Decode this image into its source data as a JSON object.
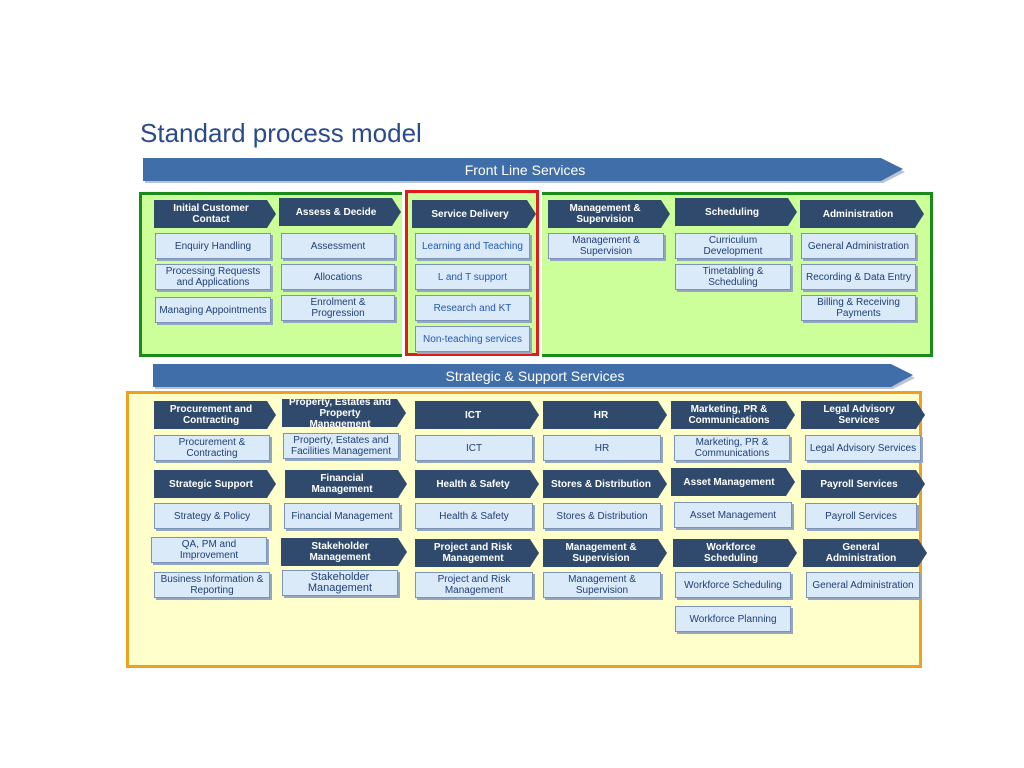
{
  "title": "Standard process model",
  "banners": {
    "front": "Front Line Services",
    "strategic": "Strategic & Support Services"
  },
  "colors": {
    "banner": "#3f6ea8",
    "header": "#2f4a6c",
    "item_fill": "#dbeaf8",
    "front_group_fill": "#ccff99",
    "front_group_border": "#1a8a1a",
    "highlight_border": "#e01b1b",
    "support_group_fill": "#ffffcc",
    "support_group_border": "#f0a020"
  },
  "front_line": {
    "columns": [
      {
        "header": "Initial Customer Contact",
        "items": [
          "Enquiry Handling",
          "Processing Requests and Applications",
          "Managing Appointments"
        ]
      },
      {
        "header": "Assess & Decide",
        "items": [
          "Assessment",
          "Allocations",
          "Enrolment & Progression"
        ]
      },
      {
        "header": "Service Delivery",
        "items": [
          "Learning and Teaching",
          "L and T support",
          "Research and KT",
          "Non-teaching services"
        ]
      },
      {
        "header": "Management & Supervision",
        "items": [
          "Management & Supervision"
        ]
      },
      {
        "header": "Scheduling",
        "items": [
          "Curriculum Development",
          "Timetabling & Scheduling"
        ]
      },
      {
        "header": "Administration",
        "items": [
          "General Administration",
          "Recording & Data Entry",
          "Billing & Receiving Payments"
        ]
      }
    ]
  },
  "support": {
    "rows": [
      [
        {
          "header": "Procurement and Contracting",
          "item": "Procurement & Contracting"
        },
        {
          "header": "Property, Estates and Property Management",
          "item": "Property, Estates and Facilities Management"
        },
        {
          "header": "ICT",
          "item": "ICT"
        },
        {
          "header": "HR",
          "item": "HR"
        },
        {
          "header": "Marketing, PR & Communications",
          "item": "Marketing, PR & Communications"
        },
        {
          "header": "Legal Advisory Services",
          "item": "Legal Advisory Services"
        }
      ],
      [
        {
          "header": "Strategic Support",
          "item": "Strategy & Policy"
        },
        {
          "header": "Financial Management",
          "item": "Financial Management"
        },
        {
          "header": "Health & Safety",
          "item": "Health & Safety"
        },
        {
          "header": "Stores & Distribution",
          "item": "Stores & Distribution"
        },
        {
          "header": "Asset Management",
          "item": "Asset Management"
        },
        {
          "header": "Payroll Services",
          "item": "Payroll Services"
        }
      ],
      [
        {
          "header": "",
          "item": "Business Information & Reporting"
        },
        {
          "header": "Stakeholder Management",
          "item": "Stakeholder Management"
        },
        {
          "header": "Project and Risk Management",
          "item": "Project and Risk Management"
        },
        {
          "header": "Management & Supervision",
          "item": "Management & Supervision"
        },
        {
          "header": "Workforce Scheduling",
          "item": "Workforce Scheduling"
        },
        {
          "header": "General Administration",
          "item": "General Administration"
        }
      ]
    ],
    "extra": {
      "qa": "QA, PM and Improvement",
      "workforce_planning": "Workforce Planning"
    }
  }
}
